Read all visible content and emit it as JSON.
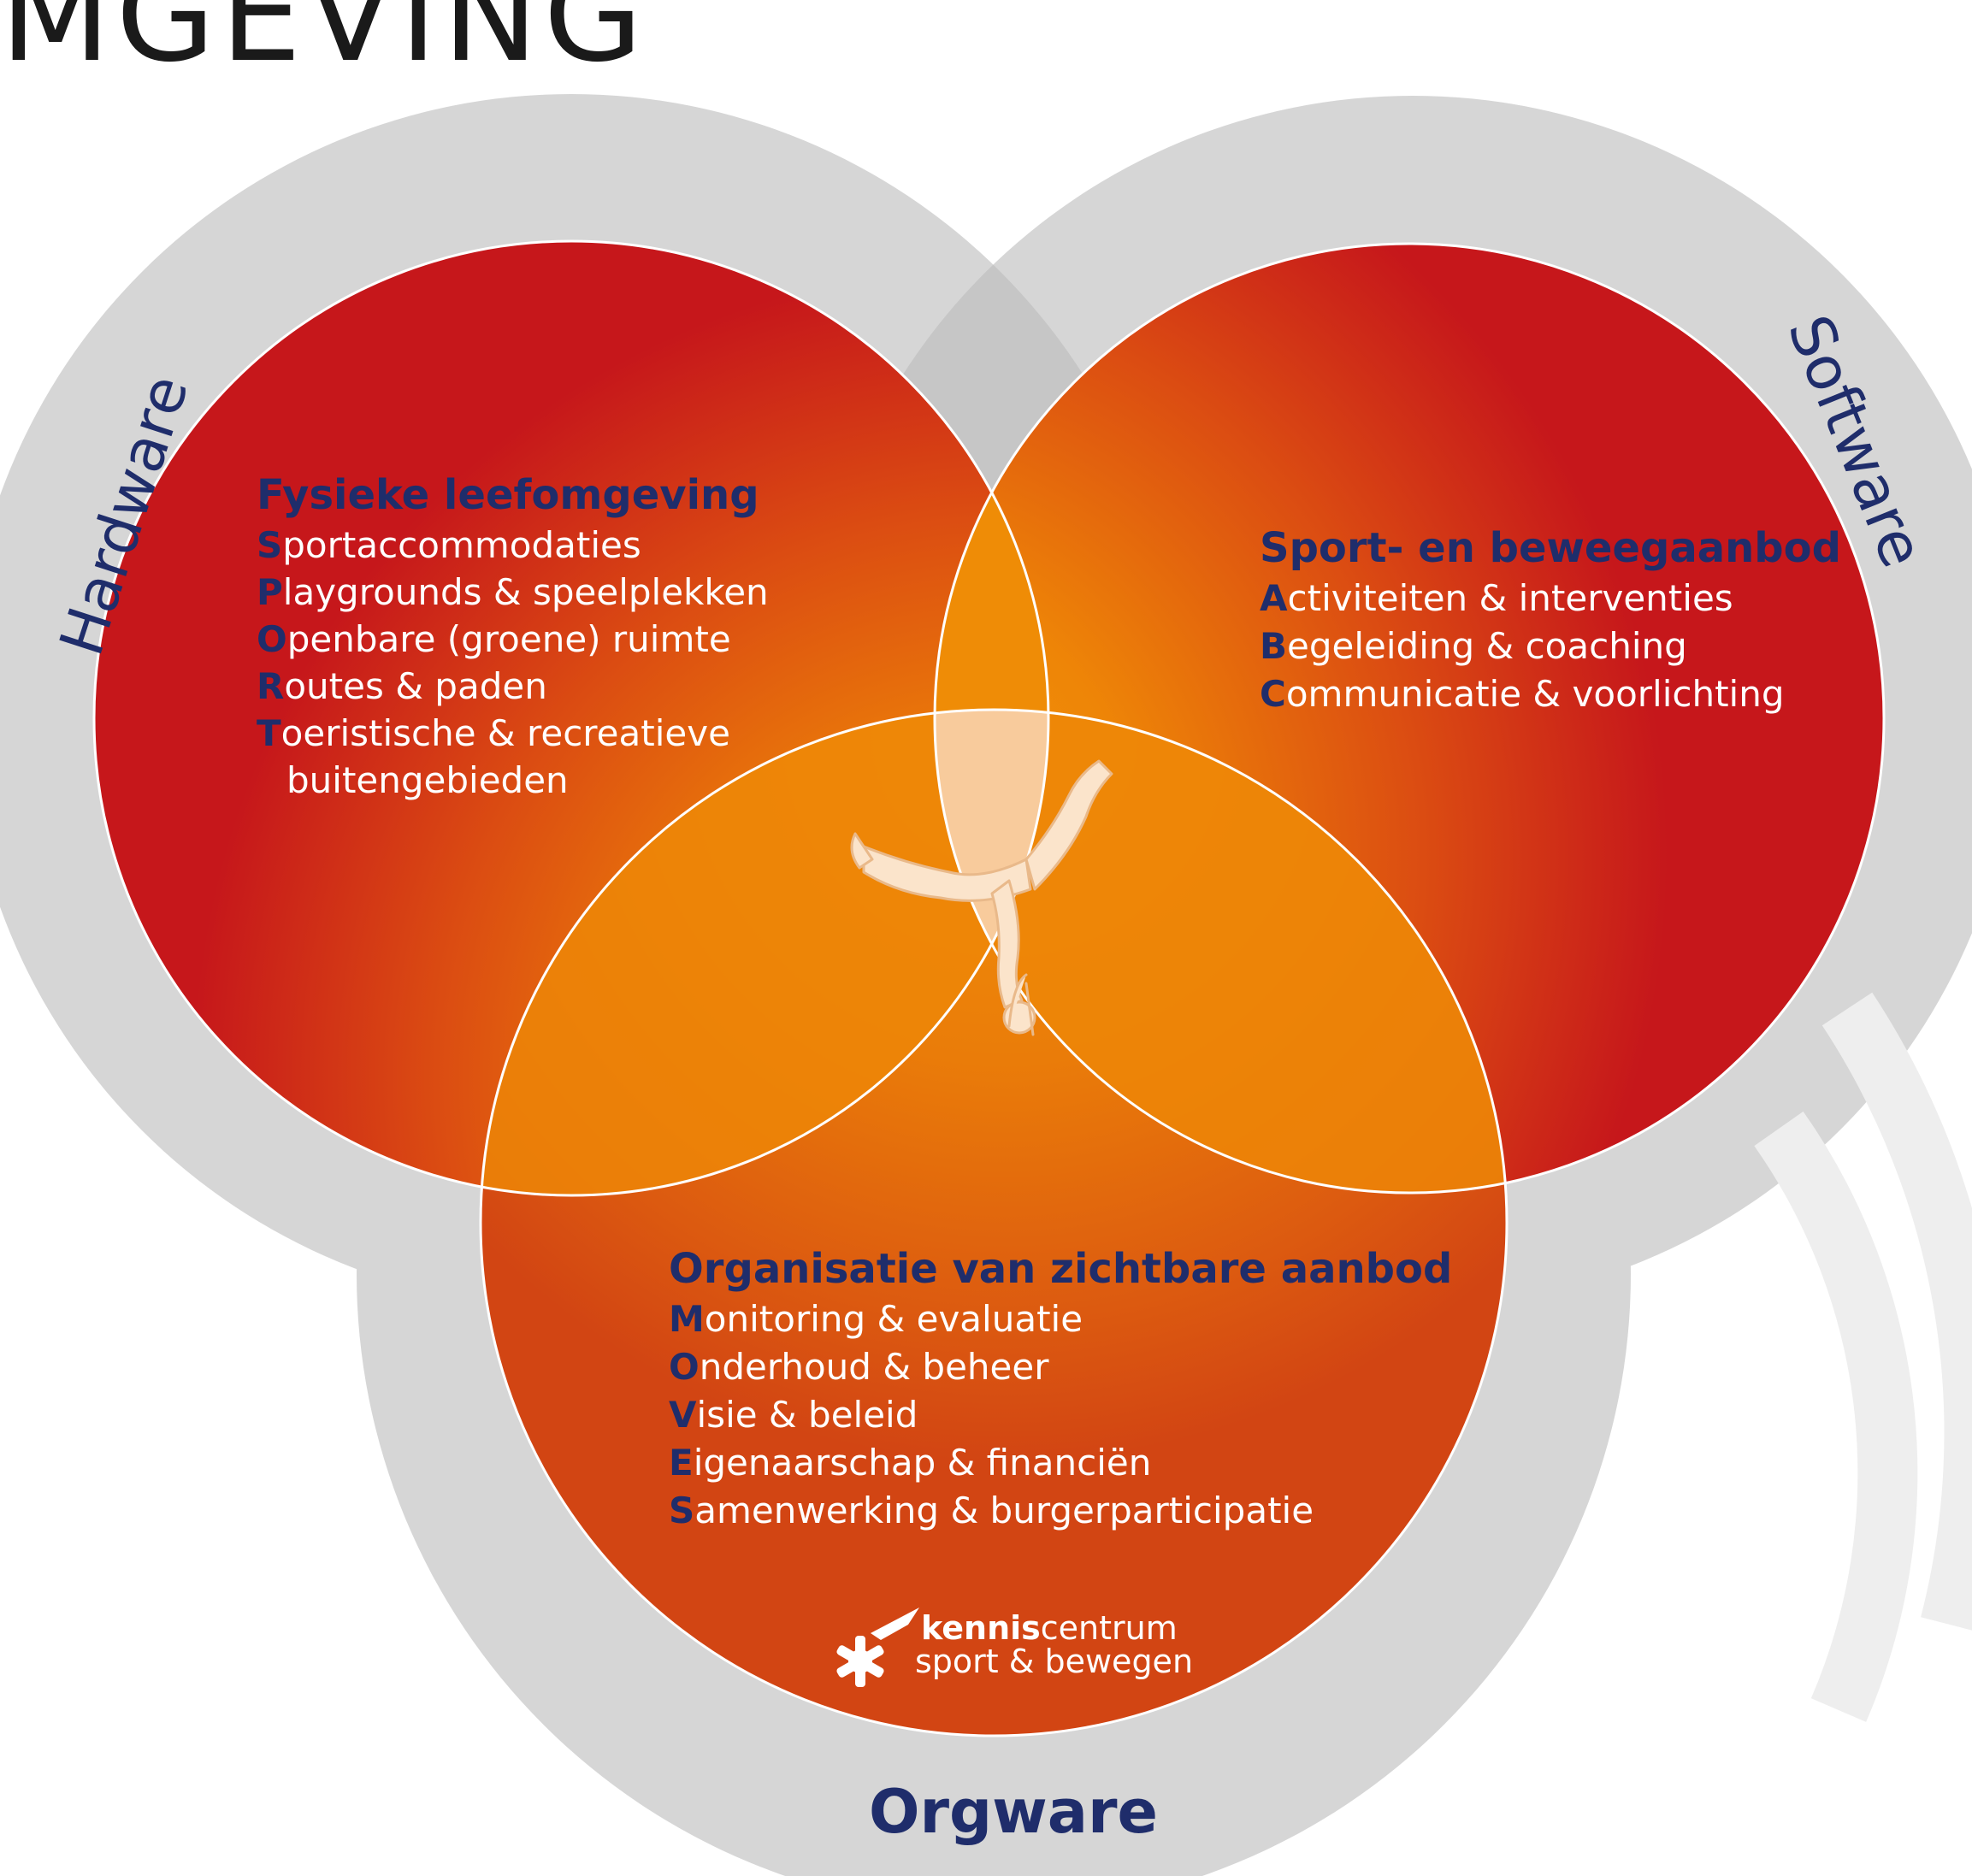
{
  "title": "MGEVING",
  "rings": {
    "hardware": "Hardware",
    "software": "Software",
    "orgware": "Orgware"
  },
  "hardware": {
    "heading": "Fysieke leefomgeving",
    "items": [
      {
        "initial": "S",
        "rest": "portaccommodaties"
      },
      {
        "initial": "P",
        "rest": "laygrounds & speelplekken"
      },
      {
        "initial": "O",
        "rest": "penbare (groene) ruimte"
      },
      {
        "initial": "R",
        "rest": "outes & paden"
      },
      {
        "initial": "T",
        "rest": "oeristische & recreatieve"
      }
    ],
    "continuation": "buitengebieden"
  },
  "software": {
    "heading": "Sport- en beweegaanbod",
    "items": [
      {
        "initial": "A",
        "rest": "ctiviteiten & interventies"
      },
      {
        "initial": "B",
        "rest": "egeleiding & coaching"
      },
      {
        "initial": "C",
        "rest": "ommunicatie & voorlichting"
      }
    ]
  },
  "orgware": {
    "heading": "Organisatie van zichtbare aanbod",
    "items": [
      {
        "initial": "M",
        "rest": "onitoring & evaluatie"
      },
      {
        "initial": "O",
        "rest": "nderhoud & beheer"
      },
      {
        "initial": "V",
        "rest": "isie & beleid"
      },
      {
        "initial": "E",
        "rest": "igenaarschap & financiën"
      },
      {
        "initial": "S",
        "rest": "amenwerking & burgerparticipatie"
      }
    ]
  },
  "logo": {
    "line1_bold": "kennis",
    "line1_rest": "centrum",
    "line2": "sport & bewegen"
  },
  "colors": {
    "ring": "#d6d6d6",
    "ring_overlap": "#c4c4c4",
    "red": "#c5181b",
    "orange": "#ef8a05",
    "heading": "#1f2d6b",
    "center": "#f7c99a"
  }
}
